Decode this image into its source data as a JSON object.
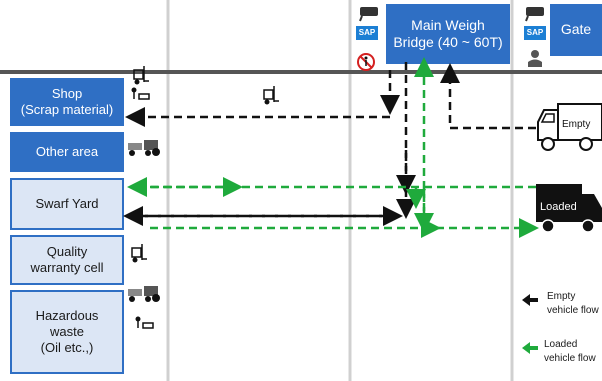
{
  "shop": {
    "line1": "Shop",
    "line2": "(Scrap material)"
  },
  "other_area": {
    "label": "Other area"
  },
  "swarf_yard": {
    "label": "Swarf Yard"
  },
  "quality": {
    "line1": "Quality",
    "line2": "warranty cell"
  },
  "hazardous": {
    "line1": "Hazardous",
    "line2": "waste",
    "line3": "(Oil etc.,)"
  },
  "weighbridge": {
    "line1": "Main Weigh",
    "line2": "Bridge (40 ~ 60T)"
  },
  "gate": {
    "label": "Gate"
  },
  "sap_label": "SAP",
  "trucks": {
    "empty_label": "Empty",
    "loaded_label": "Loaded"
  },
  "legend": {
    "empty_line1": "Empty",
    "empty_line2": "vehicle flow",
    "loaded_line1": "Loaded",
    "loaded_line2": "vehicle flow"
  },
  "colors": {
    "blue": "#2f6fc4",
    "light_blue": "#dce6f5",
    "green": "#1faa3c",
    "black": "#111111",
    "road_grey": "#d0d0d0"
  }
}
